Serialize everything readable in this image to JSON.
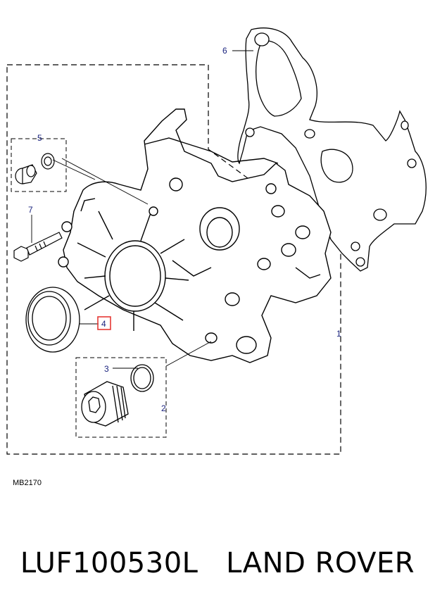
{
  "diagram": {
    "reference_code": "MB2170",
    "callouts": [
      "1",
      "2",
      "3",
      "4",
      "5",
      "6",
      "7"
    ],
    "highlighted_callout": "4",
    "highlight_color": "#e53935",
    "callout_color": "#1a237e"
  },
  "caption": {
    "part_number": "LUF100530L",
    "brand": "LAND ROVER"
  }
}
